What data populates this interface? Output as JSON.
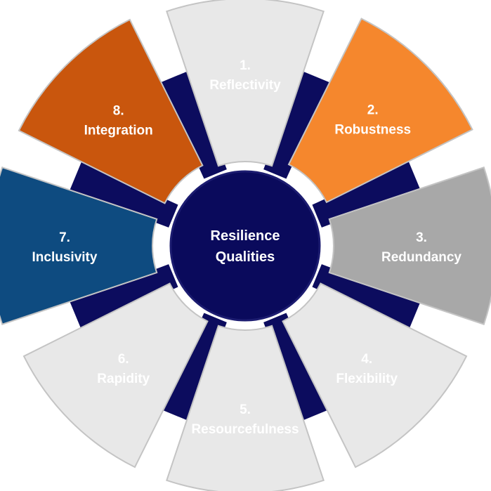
{
  "center": {
    "line1": "Resilience",
    "line2": "Qualities"
  },
  "segments": [
    {
      "number": "1.",
      "label": "Reflectivity",
      "fill": "#e8e8e8",
      "text_color": "#ffffff"
    },
    {
      "number": "2.",
      "label": "Robustness",
      "fill": "#f5872d",
      "text_color": "#ffffff"
    },
    {
      "number": "3.",
      "label": "Redundancy",
      "fill": "#a8a8a8",
      "text_color": "#ffffff"
    },
    {
      "number": "4.",
      "label": "Flexibility",
      "fill": "#e8e8e8",
      "text_color": "#ffffff"
    },
    {
      "number": "5.",
      "label": "Resourcefulness",
      "fill": "#e8e8e8",
      "text_color": "#ffffff"
    },
    {
      "number": "6.",
      "label": "Rapidity",
      "fill": "#e8e8e8",
      "text_color": "#ffffff"
    },
    {
      "number": "7.",
      "label": "Inclusivity",
      "fill": "#0e4b80",
      "text_color": "#ffffff"
    },
    {
      "number": "8.",
      "label": "Integration",
      "fill": "#c9560d",
      "text_color": "#ffffff"
    }
  ],
  "colors": {
    "navy": "#0a0a5c",
    "connector": "#0c0c5e"
  }
}
